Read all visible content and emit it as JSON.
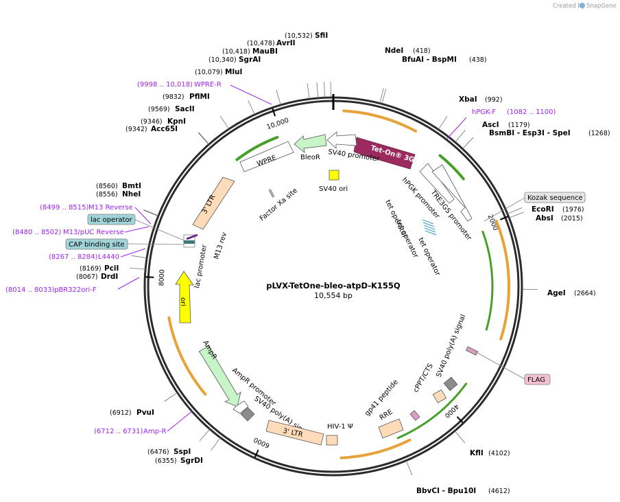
{
  "header": {
    "credit_prefix": "Created by",
    "credit_brand": "SnapGene"
  },
  "plasmid": {
    "name": "pLVX-TetOne-bleo-atpD-K155Q",
    "length": "10,554 bp"
  },
  "colors": {
    "outline": "#2b2b2b",
    "tick": "#000000",
    "primer": "#a020f0",
    "tet_on": "#9b2a5e",
    "resistance": "#c8f5c8",
    "ori": "#ffff00",
    "ltr": "#ffdcb9",
    "misc_gray": "#8c8c8c",
    "orange_arrow": "#e8a23a",
    "green_arrow": "#46a028",
    "promoter": "#ffffff"
  },
  "scale_ticks": [
    {
      "pos": 2000,
      "label": "2000"
    },
    {
      "pos": 4000,
      "label": "4000"
    },
    {
      "pos": 6000,
      "label": "6000"
    },
    {
      "pos": 8000,
      "label": "8000"
    },
    {
      "pos": 10000,
      "label": "10,000"
    }
  ],
  "restriction_sites": [
    {
      "pos": 10532,
      "name": "SfiI",
      "pos_label": "(10,532)",
      "side": "left"
    },
    {
      "pos": 10478,
      "name": "AvrII",
      "pos_label": "(10,478)",
      "side": "left"
    },
    {
      "pos": 10418,
      "name": "MauBI",
      "pos_label": "(10,418)",
      "side": "left"
    },
    {
      "pos": 10340,
      "name": "SgrAI",
      "pos_label": "(10,340)",
      "side": "left"
    },
    {
      "pos": 10079,
      "name": "MluI",
      "pos_label": "(10,079)",
      "side": "left"
    },
    {
      "pos": 9832,
      "name": "PflMI",
      "pos_label": "(9832)",
      "side": "left"
    },
    {
      "pos": 9569,
      "name": "SacII",
      "pos_label": "(9569)",
      "side": "left"
    },
    {
      "pos": 9346,
      "name": "KpnI",
      "pos_label": "(9346)",
      "side": "left"
    },
    {
      "pos": 9342,
      "name": "Acc65I",
      "pos_label": "(9342)",
      "side": "left"
    },
    {
      "pos": 8560,
      "name": "BmtI",
      "pos_label": "(8560)",
      "side": "left"
    },
    {
      "pos": 8556,
      "name": "NheI",
      "pos_label": "(8556)",
      "side": "left"
    },
    {
      "pos": 8169,
      "name": "PciI",
      "pos_label": "(8169)",
      "side": "left"
    },
    {
      "pos": 8067,
      "name": "DrdI",
      "pos_label": "(8067)",
      "side": "left"
    },
    {
      "pos": 6912,
      "name": "PvuI",
      "pos_label": "(6912)",
      "side": "left"
    },
    {
      "pos": 6476,
      "name": "SspI",
      "pos_label": "(6476)",
      "side": "left"
    },
    {
      "pos": 6355,
      "name": "SgrDI",
      "pos_label": "(6355)",
      "side": "left"
    },
    {
      "pos": 418,
      "name": "NdeI",
      "pos_label": "(418)",
      "side": "right"
    },
    {
      "pos": 438,
      "name": "BfuAI - BspMI",
      "pos_label": "(438)",
      "side": "right"
    },
    {
      "pos": 992,
      "name": "XbaI",
      "pos_label": "(992)",
      "side": "right"
    },
    {
      "pos": 1179,
      "name": "AscI",
      "pos_label": "(1179)",
      "side": "right"
    },
    {
      "pos": 1268,
      "name": "BsmBI - Esp3I - SpeI",
      "pos_label": "(1268)",
      "side": "right"
    },
    {
      "pos": 1976,
      "name": "EcoRI",
      "pos_label": "(1976)",
      "side": "right"
    },
    {
      "pos": 2015,
      "name": "AbsI",
      "pos_label": "(2015)",
      "side": "right"
    },
    {
      "pos": 2664,
      "name": "AgeI",
      "pos_label": "(2664)",
      "side": "right"
    },
    {
      "pos": 4102,
      "name": "KflI",
      "pos_label": "(4102)",
      "side": "right"
    },
    {
      "pos": 4612,
      "name": "BbvCI - Bpu10I",
      "pos_label": "(4612)",
      "side": "right"
    }
  ],
  "primers": [
    {
      "name": "WPRE-R",
      "range": "(9998 .. 10,018)"
    },
    {
      "name": "hPGK-F",
      "range": "(1082 .. 1100)"
    },
    {
      "name": "M13 Reverse",
      "range": "(8499 .. 8515)"
    },
    {
      "name": "M13/pUC Reverse",
      "range": "(8480 .. 8502)"
    },
    {
      "name": "L4440",
      "range": "(8267 .. 8284)"
    },
    {
      "name": "pBR322ori-F",
      "range": "(8014 .. 8033)"
    },
    {
      "name": "Amp-R",
      "range": "(6712 .. 6731)"
    }
  ],
  "badges": {
    "kozak": "Kozak sequence",
    "lac_operator": "lac operator",
    "cap_site": "CAP binding site",
    "flag": "FLAG"
  },
  "feature_labels": {
    "tet_on": "Tet-On® 3G",
    "sv40_promoter": "SV40 promoter",
    "bleor": "BleoR",
    "wpre": "WPRE",
    "sv40_ori": "SV40 ori",
    "ltr5": "3' LTR",
    "factor_xa": "Factor Xa site",
    "hpgk": "hPGK promoter",
    "tre3gs": "TRE3GS promoter",
    "tet_op": "tet operator",
    "m13rev": "M13 rev",
    "lac_prom": "lac promoter",
    "ori": "ori",
    "ampr": "AmpR",
    "ampr_prom": "AmpR promoter",
    "sv40_polya_left": "SV40 poly(A) signal",
    "ltr3": "3' LTR",
    "hiv_psi": "HIV-1 Ψ",
    "rre": "RRE",
    "gp41": "gp41 peptide",
    "cppt": "cPPT/CTS",
    "sv40_polya_right": "SV40 poly(A) signal"
  }
}
